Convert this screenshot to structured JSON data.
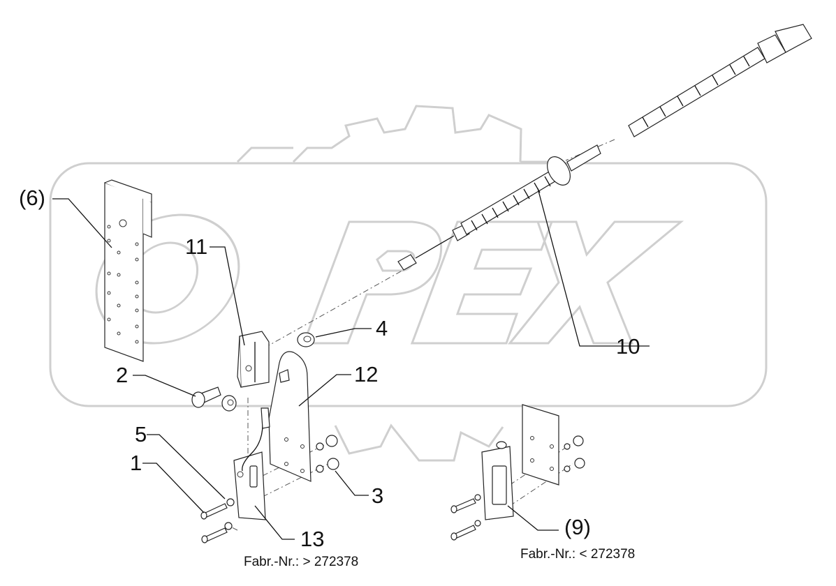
{
  "watermark": {
    "brand_text": "OPEX"
  },
  "labels": {
    "p1": "1",
    "p2": "2",
    "p3": "3",
    "p4": "4",
    "p5": "5",
    "p6": "(6)",
    "p9": "(9)",
    "p10": "10",
    "p11": "11",
    "p12": "12",
    "p13": "13"
  },
  "captions": {
    "left": "Fabr.-Nr.: > 272378",
    "right": "Fabr.-Nr.: < 272378"
  },
  "colors": {
    "line": "#111111",
    "watermark": "#cfcfcf",
    "background": "#ffffff"
  }
}
